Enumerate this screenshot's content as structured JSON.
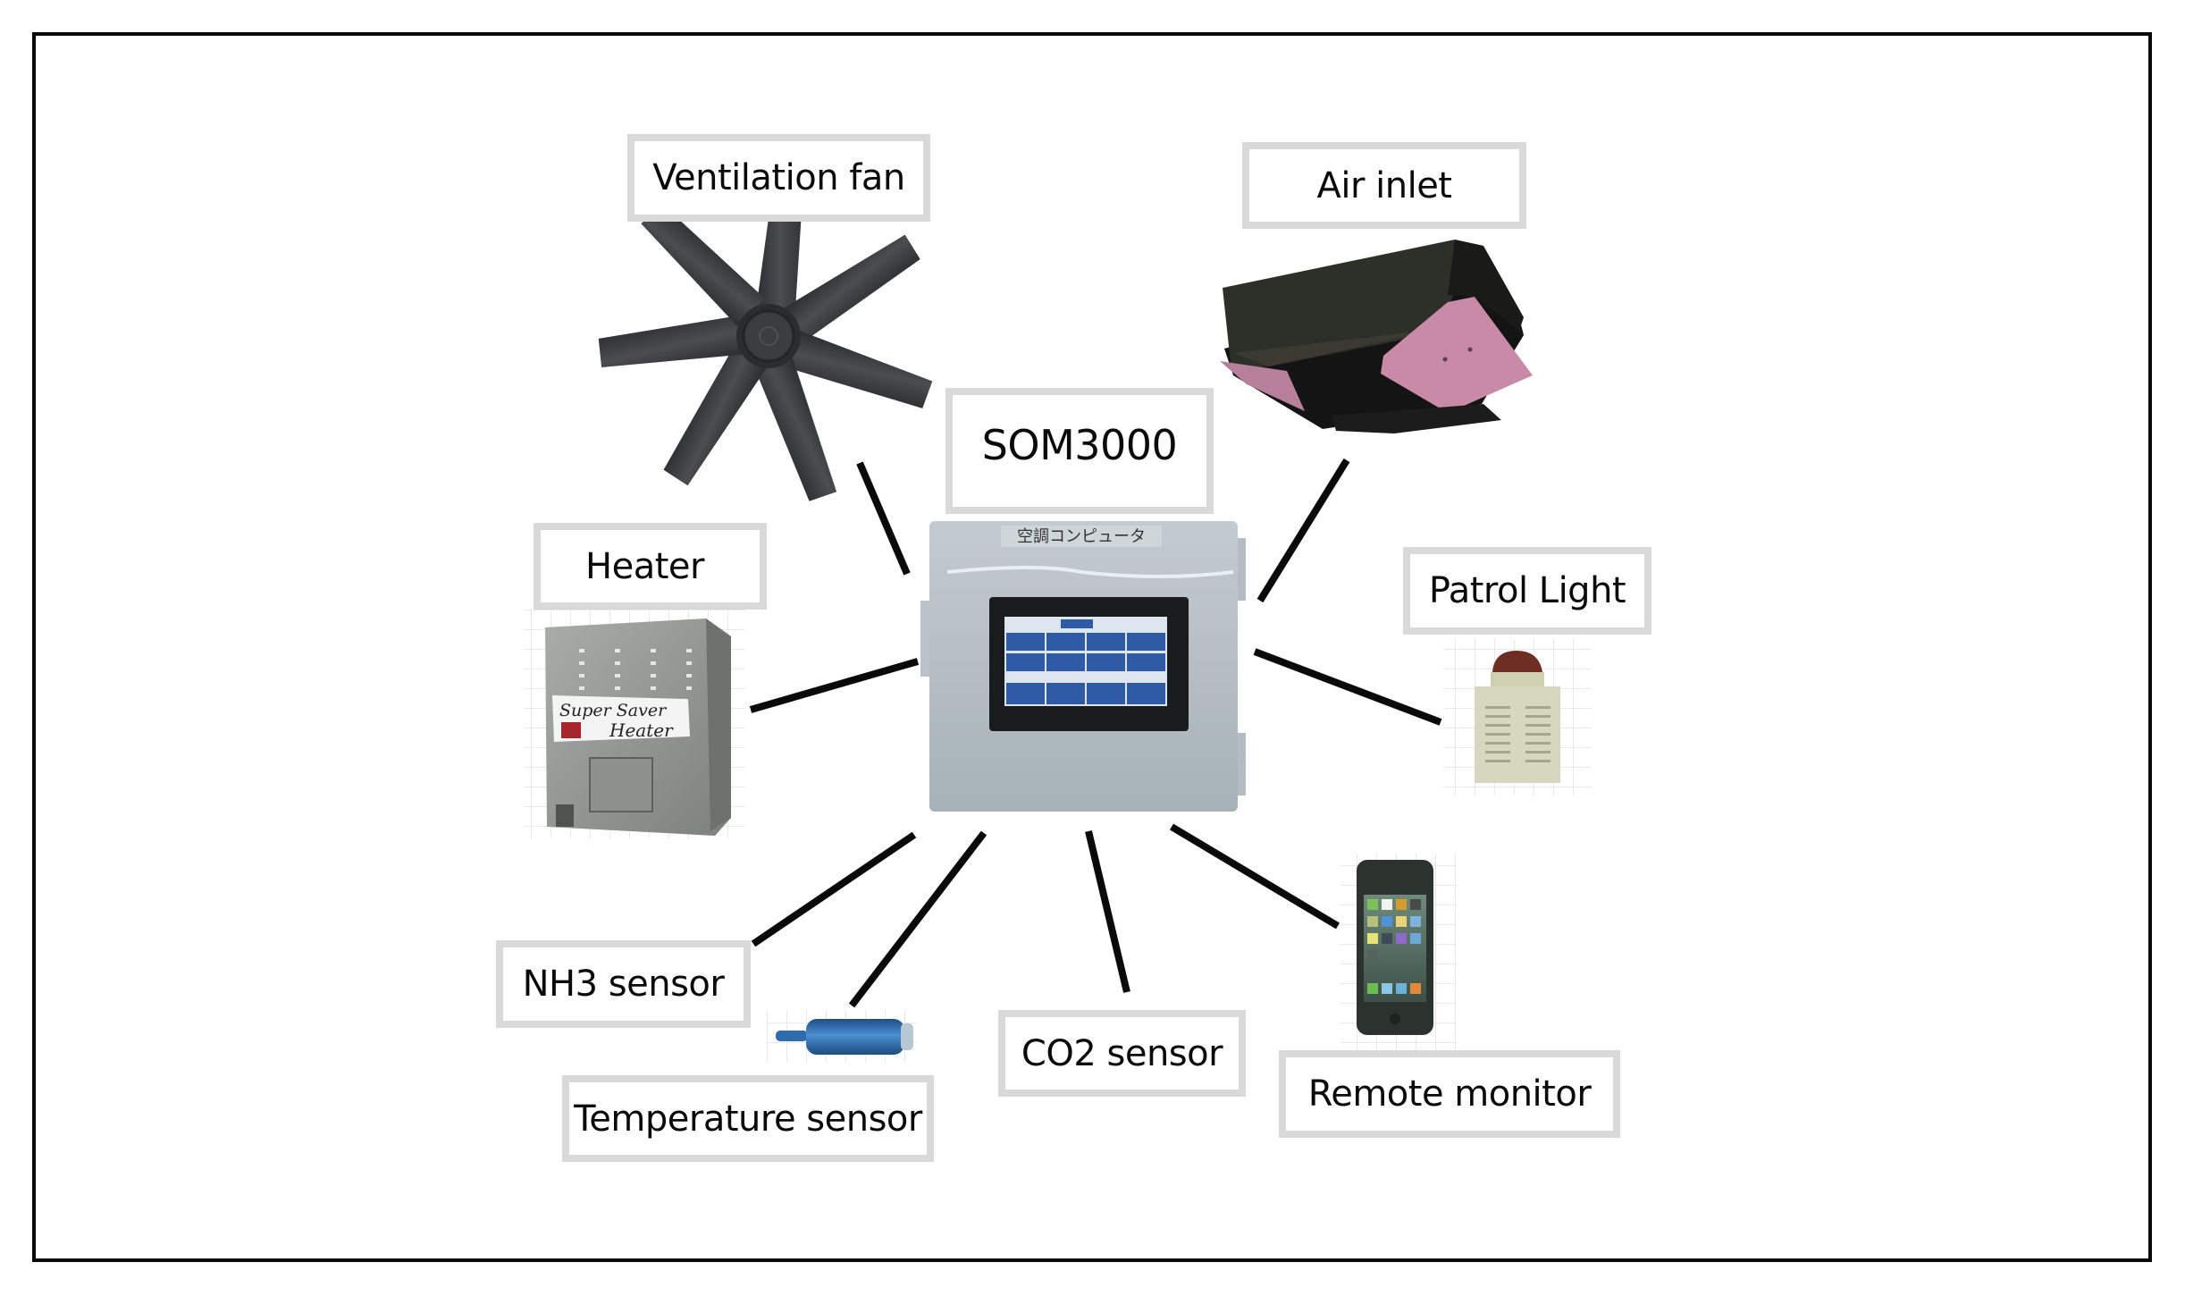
{
  "diagram": {
    "title": "SOM3000 system configuration",
    "center": {
      "label": "SOM3000",
      "device_sticker": "空調コンピュータ",
      "device_icon": "control-panel-touchscreen"
    },
    "components": [
      {
        "id": "ventilation-fan",
        "label": "Ventilation fan",
        "icon": "fan-icon"
      },
      {
        "id": "air-inlet",
        "label": "Air inlet",
        "icon": "air-inlet-icon"
      },
      {
        "id": "heater",
        "label": "Heater",
        "icon": "heater-icon",
        "product_text": [
          "Super Saver",
          "Heater"
        ]
      },
      {
        "id": "patrol-light",
        "label": "Patrol Light",
        "icon": "patrol-light-icon"
      },
      {
        "id": "nh3-sensor",
        "label": "NH3 sensor",
        "icon": "connector-line"
      },
      {
        "id": "temperature-sensor",
        "label": "Temperature sensor",
        "icon": "temperature-probe-icon"
      },
      {
        "id": "co2-sensor",
        "label": "CO2 sensor",
        "icon": "connector-line"
      },
      {
        "id": "remote-monitor",
        "label": "Remote monitor",
        "icon": "smartphone-icon"
      }
    ],
    "colors": {
      "frame": "#0a0a0a",
      "label_border": "#d9d9d9",
      "connector": "#0a0a0a",
      "controller_body": "#aab5bc",
      "screen_tile": "#2f5aa6",
      "air_inlet_panel": "#c98aa8",
      "temp_sensor": "#2e6fb0"
    }
  }
}
